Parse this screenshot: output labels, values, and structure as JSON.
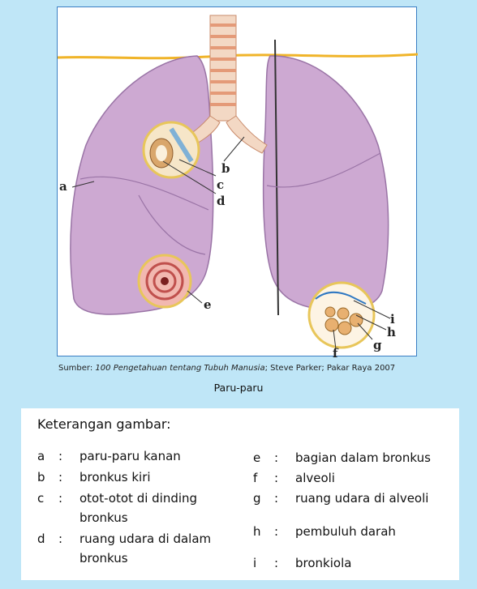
{
  "figure": {
    "labels": {
      "a": "a",
      "b": "b",
      "c": "c",
      "d": "d",
      "e": "e",
      "f": "f",
      "g": "g",
      "h": "h",
      "i": "i"
    },
    "colors": {
      "lung": "#c9a6cf",
      "lung_dark": "#a57fb0",
      "trachea_ring": "#e8a88a",
      "background": "#bfe6f7",
      "frame": "#3b7fc4"
    }
  },
  "source": {
    "prefix": "Sumber: ",
    "title": "100 Pengetahuan tentang Tubuh Manusia",
    "suffix": "; Steve Parker; Pakar Raya 2007"
  },
  "caption": "Paru-paru",
  "legend": {
    "title": "Keterangan gambar:",
    "separator": ":",
    "items": [
      {
        "key": "a",
        "text1": "paru-paru kanan",
        "text2": ""
      },
      {
        "key": "b",
        "text1": "bronkus kiri",
        "text2": ""
      },
      {
        "key": "c",
        "text1": "otot-otot di dinding",
        "text2": "bronkus"
      },
      {
        "key": "d",
        "text1": "ruang udara di dalam",
        "text2": "bronkus"
      },
      {
        "key": "e",
        "text1": "bagian dalam bronkus",
        "text2": ""
      },
      {
        "key": "f",
        "text1": "alveoli",
        "text2": ""
      },
      {
        "key": "g",
        "text1": "ruang udara di alveoli",
        "text2": ""
      },
      {
        "key": "h",
        "text1": "pembuluh darah",
        "text2": ""
      },
      {
        "key": "i",
        "text1": "bronkiola",
        "text2": ""
      }
    ]
  }
}
